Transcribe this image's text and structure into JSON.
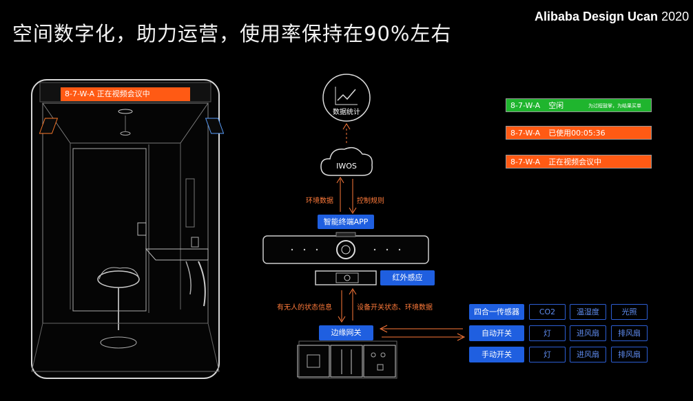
{
  "header": {
    "title": "空间数字化，助力运营，使用率保持在90%左右",
    "brand_name": "Alibaba Design Ucan",
    "brand_year": "2020"
  },
  "booth": {
    "top_status": "8-7-W-A   正在视频会议中"
  },
  "status_bars": [
    {
      "id": "8-7-W-A",
      "text": "空闲",
      "note": "为过程鼓掌，为结果买单",
      "color": "#1fb52e"
    },
    {
      "id": "8-7-W-A",
      "text": "已使用00:05:36",
      "note": "",
      "color": "#ff5a14"
    },
    {
      "id": "8-7-W-A",
      "text": "正在视频会议中",
      "note": "",
      "color": "#ff5a14"
    }
  ],
  "flow": {
    "stats_label": "数据统计",
    "cloud_label": "IWOS",
    "up_label": "环境数据",
    "down_label": "控制规则",
    "app_label": "智能终端APP",
    "ir_label": "红外感应",
    "presence_label": "有无人的状态信息",
    "device_label": "设备开关状态、环境数据",
    "gateway_label": "边缘网关"
  },
  "device_table": [
    {
      "row": "四合一传感器",
      "cells": [
        "CO2",
        "温湿度",
        "光照"
      ]
    },
    {
      "row": "自动开关",
      "cells": [
        "灯",
        "进风扇",
        "排风扇"
      ]
    },
    {
      "row": "手动开关",
      "cells": [
        "灯",
        "进风扇",
        "排风扇"
      ]
    }
  ],
  "colors": {
    "accent_blue": "#1f5fe0",
    "accent_orange": "#ff5a14",
    "idle_green": "#1fb52e"
  }
}
